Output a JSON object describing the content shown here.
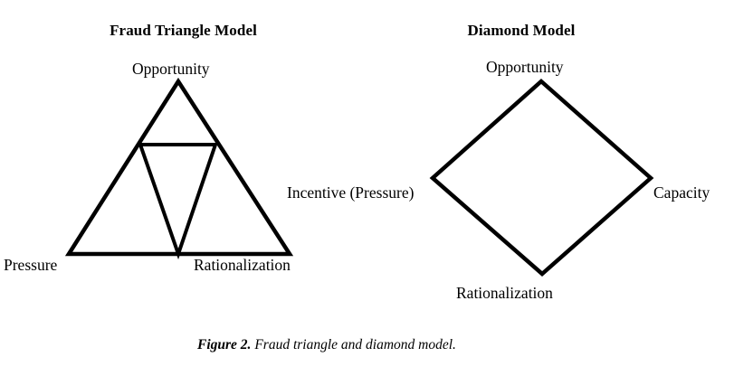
{
  "figure": {
    "caption_prefix": "Figure 2.",
    "caption_text": " Fraud triangle and diamond model.",
    "stroke_color": "#000000",
    "background_color": "#ffffff",
    "text_color": "#000000"
  },
  "panels": [
    {
      "id": "fraud-triangle",
      "title": "Fraud Triangle Model",
      "shape": "triangle-with-inverted-inner-triangle",
      "labels": {
        "apex": "Opportunity",
        "bottom_left": "Pressure",
        "bottom_right": "Rationalization"
      }
    },
    {
      "id": "diamond",
      "title": "Diamond Model",
      "shape": "diamond",
      "labels": {
        "top": "Opportunity",
        "left": "Incentive (Pressure)",
        "right": "Capacity",
        "bottom": "Rationalization"
      }
    }
  ],
  "chart_data": {
    "type": "diagram",
    "title": "Fraud triangle and diamond model",
    "diagrams": [
      {
        "name": "Fraud Triangle Model",
        "nodes": [
          "Opportunity",
          "Pressure",
          "Rationalization"
        ],
        "geometry": {
          "outer_triangle": [
            [
              197,
              90
            ],
            [
              76,
              281
            ],
            [
              320,
              281
            ]
          ],
          "inner_inverted_triangle": [
            [
              155,
              160
            ],
            [
              238,
              160
            ],
            [
              197,
              281
            ]
          ]
        }
      },
      {
        "name": "Diamond Model",
        "nodes": [
          "Opportunity",
          "Incentive (Pressure)",
          "Capacity",
          "Rationalization"
        ],
        "geometry": {
          "diamond": [
            [
              598,
              90
            ],
            [
              719,
              197
            ],
            [
              599,
              303
            ],
            [
              478,
              197
            ]
          ]
        }
      }
    ],
    "grid": false,
    "legend": "none"
  }
}
